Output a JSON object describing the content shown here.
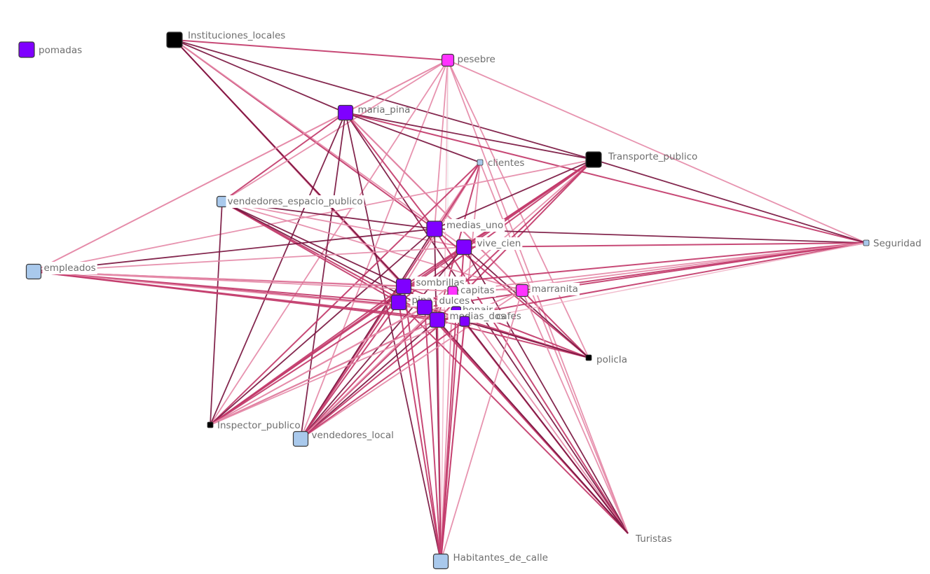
{
  "network": {
    "colors": {
      "ego": "#7f00ff",
      "pink_node": "#ff33ff",
      "institution": "#000000",
      "actor": "#a9c9ec",
      "edge_dark": "#7a1640",
      "edge_mid": "#c23a6a",
      "edge_light": "#e58aa8",
      "edge_pale": "#f0b2c6"
    },
    "nodes": [
      {
        "id": "pomadas",
        "label": "pomadas",
        "kind": "ego"
      },
      {
        "id": "instituciones_locales",
        "label": "Instituciones_locales",
        "kind": "institution"
      },
      {
        "id": "pesebre",
        "label": "pesebre",
        "kind": "pink_node"
      },
      {
        "id": "maria_pina",
        "label": "maria_pina",
        "kind": "ego"
      },
      {
        "id": "clientes",
        "label": "clientes",
        "kind": "actor"
      },
      {
        "id": "transporte_publico",
        "label": "Transporte_publico",
        "kind": "institution"
      },
      {
        "id": "vendedores_espacio_publico",
        "label": "vendedores_espacio_publico",
        "kind": "actor"
      },
      {
        "id": "medias_uno",
        "label": "medias_uno",
        "kind": "ego"
      },
      {
        "id": "vive_cien",
        "label": "vive_cien",
        "kind": "ego"
      },
      {
        "id": "seguridad",
        "label": "Seguridad",
        "kind": "actor"
      },
      {
        "id": "empleados",
        "label": "empleados",
        "kind": "actor"
      },
      {
        "id": "sombrillas",
        "label": "sombrillas",
        "kind": "ego"
      },
      {
        "id": "capitas",
        "label": "capitas",
        "kind": "pink_node"
      },
      {
        "id": "marranita",
        "label": "marranita",
        "kind": "pink_node"
      },
      {
        "id": "pina",
        "label": "pina",
        "kind": "ego"
      },
      {
        "id": "dulces",
        "label": "dulces",
        "kind": "ego"
      },
      {
        "id": "bonair",
        "label": "bonair",
        "kind": "ego"
      },
      {
        "id": "medias_dos",
        "label": "medias_dos",
        "kind": "ego"
      },
      {
        "id": "cafes",
        "label": "cafes",
        "kind": "ego"
      },
      {
        "id": "policia",
        "label": "policIa",
        "kind": "institution"
      },
      {
        "id": "inspector_publico",
        "label": "Inspector_publico",
        "kind": "institution"
      },
      {
        "id": "vendedores_local",
        "label": "vendedores_local",
        "kind": "actor"
      },
      {
        "id": "turistas",
        "label": "Turistas",
        "kind": "actor"
      },
      {
        "id": "habitantes_de_calle",
        "label": "Habitantes_de_calle",
        "kind": "actor"
      }
    ],
    "edges": [
      [
        "instituciones_locales",
        "pesebre",
        "mid"
      ],
      [
        "instituciones_locales",
        "maria_pina",
        "dark"
      ],
      [
        "instituciones_locales",
        "transporte_publico",
        "dark"
      ],
      [
        "instituciones_locales",
        "medias_uno",
        "mid"
      ],
      [
        "instituciones_locales",
        "sombrillas",
        "light"
      ],
      [
        "instituciones_locales",
        "vive_cien",
        "light"
      ],
      [
        "instituciones_locales",
        "medias_dos",
        "mid"
      ],
      [
        "instituciones_locales",
        "dulces",
        "dark"
      ],
      [
        "pesebre",
        "maria_pina",
        "light"
      ],
      [
        "pesebre",
        "vendedores_espacio_publico",
        "light"
      ],
      [
        "pesebre",
        "empleados",
        "light"
      ],
      [
        "pesebre",
        "seguridad",
        "light"
      ],
      [
        "pesebre",
        "turistas",
        "light"
      ],
      [
        "pesebre",
        "inspector_publico",
        "light"
      ],
      [
        "pesebre",
        "vendedores_local",
        "light"
      ],
      [
        "pesebre",
        "policia",
        "light"
      ],
      [
        "pesebre",
        "medias_uno",
        "light"
      ],
      [
        "pesebre",
        "habitantes_de_calle",
        "pale"
      ],
      [
        "maria_pina",
        "transporte_publico",
        "dark"
      ],
      [
        "maria_pina",
        "clientes",
        "dark"
      ],
      [
        "maria_pina",
        "seguridad",
        "mid"
      ],
      [
        "maria_pina",
        "empleados",
        "light"
      ],
      [
        "maria_pina",
        "vendedores_espacio_publico",
        "mid"
      ],
      [
        "maria_pina",
        "inspector_publico",
        "dark"
      ],
      [
        "maria_pina",
        "vendedores_local",
        "dark"
      ],
      [
        "maria_pina",
        "habitantes_de_calle",
        "dark"
      ],
      [
        "maria_pina",
        "turistas",
        "dark"
      ],
      [
        "maria_pina",
        "policia",
        "mid"
      ],
      [
        "maria_pina",
        "medias_uno",
        "mid"
      ],
      [
        "maria_pina",
        "marranita",
        "light"
      ],
      [
        "clientes",
        "medias_uno",
        "light"
      ],
      [
        "clientes",
        "medias_dos",
        "mid"
      ],
      [
        "clientes",
        "sombrillas",
        "light"
      ],
      [
        "clientes",
        "habitantes_de_calle",
        "light"
      ],
      [
        "clientes",
        "inspector_publico",
        "mid"
      ],
      [
        "clientes",
        "vendedores_local",
        "mid"
      ],
      [
        "clientes",
        "turistas",
        "light"
      ],
      [
        "transporte_publico",
        "seguridad",
        "dark"
      ],
      [
        "transporte_publico",
        "medias_uno",
        "dark"
      ],
      [
        "transporte_publico",
        "vive_cien",
        "mid"
      ],
      [
        "transporte_publico",
        "sombrillas",
        "mid"
      ],
      [
        "transporte_publico",
        "medias_dos",
        "mid"
      ],
      [
        "transporte_publico",
        "dulces",
        "light"
      ],
      [
        "transporte_publico",
        "pina",
        "mid"
      ],
      [
        "transporte_publico",
        "vendedores_local",
        "mid"
      ],
      [
        "transporte_publico",
        "inspector_publico",
        "mid"
      ],
      [
        "transporte_publico",
        "empleados",
        "light"
      ],
      [
        "vendedores_espacio_publico",
        "medias_uno",
        "dark"
      ],
      [
        "vendedores_espacio_publico",
        "sombrillas",
        "dark"
      ],
      [
        "vendedores_espacio_publico",
        "medias_dos",
        "mid"
      ],
      [
        "vendedores_espacio_publico",
        "vive_cien",
        "light"
      ],
      [
        "vendedores_espacio_publico",
        "marranita",
        "light"
      ],
      [
        "vendedores_espacio_publico",
        "pina",
        "mid"
      ],
      [
        "vendedores_espacio_publico",
        "dulces",
        "dark"
      ],
      [
        "vendedores_espacio_publico",
        "inspector_publico",
        "dark"
      ],
      [
        "medias_uno",
        "empleados",
        "dark"
      ],
      [
        "medias_uno",
        "seguridad",
        "dark"
      ],
      [
        "medias_uno",
        "inspector_publico",
        "dark"
      ],
      [
        "medias_uno",
        "vendedores_local",
        "dark"
      ],
      [
        "medias_uno",
        "habitantes_de_calle",
        "dark"
      ],
      [
        "medias_uno",
        "turistas",
        "mid"
      ],
      [
        "medias_uno",
        "policia",
        "mid"
      ],
      [
        "vive_cien",
        "seguridad",
        "mid"
      ],
      [
        "vive_cien",
        "empleados",
        "light"
      ],
      [
        "vive_cien",
        "inspector_publico",
        "mid"
      ],
      [
        "vive_cien",
        "vendedores_local",
        "dark"
      ],
      [
        "vive_cien",
        "habitantes_de_calle",
        "mid"
      ],
      [
        "vive_cien",
        "turistas",
        "dark"
      ],
      [
        "vive_cien",
        "policia",
        "dark"
      ],
      [
        "empleados",
        "sombrillas",
        "mid"
      ],
      [
        "empleados",
        "pina",
        "mid"
      ],
      [
        "empleados",
        "dulces",
        "mid"
      ],
      [
        "empleados",
        "medias_dos",
        "mid"
      ],
      [
        "empleados",
        "bonair",
        "light"
      ],
      [
        "empleados",
        "capitas",
        "light"
      ],
      [
        "empleados",
        "marranita",
        "light"
      ],
      [
        "empleados",
        "cafes",
        "mid"
      ],
      [
        "seguridad",
        "sombrillas",
        "mid"
      ],
      [
        "seguridad",
        "pina",
        "light"
      ],
      [
        "seguridad",
        "dulces",
        "mid"
      ],
      [
        "seguridad",
        "medias_dos",
        "mid"
      ],
      [
        "seguridad",
        "marranita",
        "mid"
      ],
      [
        "seguridad",
        "capitas",
        "light"
      ],
      [
        "seguridad",
        "cafes",
        "pale"
      ],
      [
        "sombrillas",
        "inspector_publico",
        "mid"
      ],
      [
        "sombrillas",
        "vendedores_local",
        "mid"
      ],
      [
        "sombrillas",
        "habitantes_de_calle",
        "mid"
      ],
      [
        "sombrillas",
        "turistas",
        "mid"
      ],
      [
        "sombrillas",
        "policia",
        "mid"
      ],
      [
        "pina",
        "inspector_publico",
        "mid"
      ],
      [
        "pina",
        "vendedores_local",
        "mid"
      ],
      [
        "pina",
        "habitantes_de_calle",
        "mid"
      ],
      [
        "pina",
        "turistas",
        "mid"
      ],
      [
        "pina",
        "policia",
        "light"
      ],
      [
        "dulces",
        "inspector_publico",
        "light"
      ],
      [
        "dulces",
        "vendedores_local",
        "mid"
      ],
      [
        "dulces",
        "habitantes_de_calle",
        "mid"
      ],
      [
        "dulces",
        "turistas",
        "mid"
      ],
      [
        "dulces",
        "policia",
        "mid"
      ],
      [
        "medias_dos",
        "inspector_publico",
        "mid"
      ],
      [
        "medias_dos",
        "vendedores_local",
        "dark"
      ],
      [
        "medias_dos",
        "habitantes_de_calle",
        "mid"
      ],
      [
        "medias_dos",
        "turistas",
        "dark"
      ],
      [
        "medias_dos",
        "policia",
        "mid"
      ],
      [
        "marranita",
        "inspector_publico",
        "light"
      ],
      [
        "marranita",
        "vendedores_local",
        "light"
      ],
      [
        "marranita",
        "turistas",
        "light"
      ],
      [
        "marranita",
        "habitantes_de_calle",
        "light"
      ],
      [
        "capitas",
        "inspector_publico",
        "light"
      ],
      [
        "capitas",
        "vendedores_local",
        "light"
      ],
      [
        "capitas",
        "turistas",
        "light"
      ],
      [
        "capitas",
        "habitantes_de_calle",
        "light"
      ],
      [
        "bonair",
        "vendedores_local",
        "mid"
      ],
      [
        "bonair",
        "turistas",
        "mid"
      ],
      [
        "bonair",
        "habitantes_de_calle",
        "mid"
      ],
      [
        "bonair",
        "inspector_publico",
        "light"
      ],
      [
        "cafes",
        "turistas",
        "dark"
      ],
      [
        "cafes",
        "habitantes_de_calle",
        "mid"
      ],
      [
        "cafes",
        "vendedores_local",
        "mid"
      ],
      [
        "cafes",
        "policia",
        "dark"
      ]
    ]
  }
}
